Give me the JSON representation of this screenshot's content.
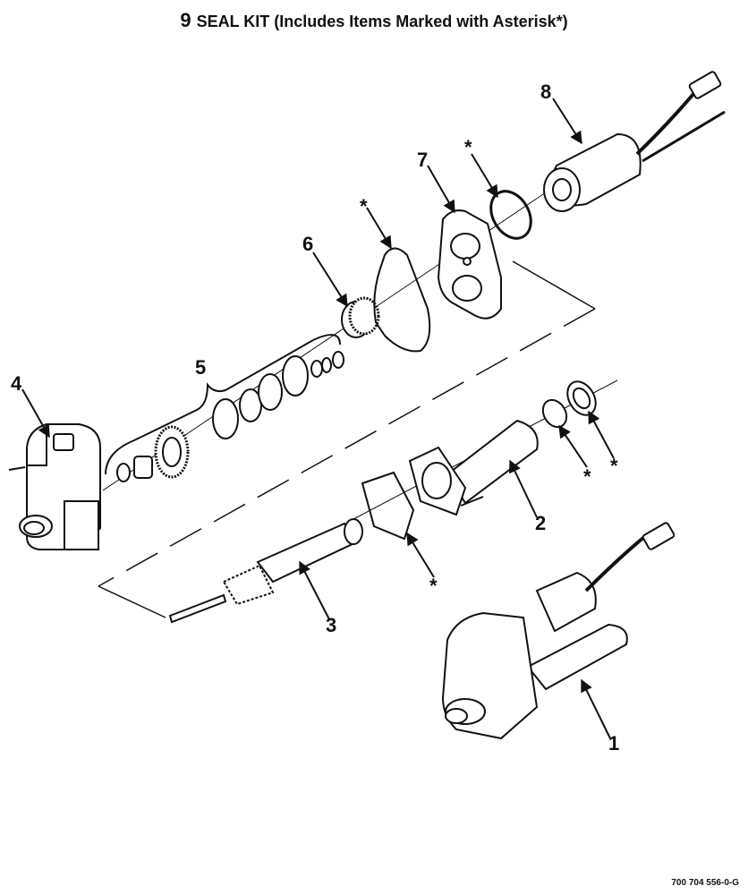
{
  "title": {
    "item_number": "9",
    "text": "SEAL KIT (Includes Items Marked with Asterisk*)"
  },
  "callouts": {
    "c1": "1",
    "c2": "2",
    "c3": "3",
    "c4": "4",
    "c5": "5",
    "c6": "6",
    "c7": "7",
    "c8": "8"
  },
  "asterisk": "*",
  "drawing_number": "700 704 556-0-G"
}
